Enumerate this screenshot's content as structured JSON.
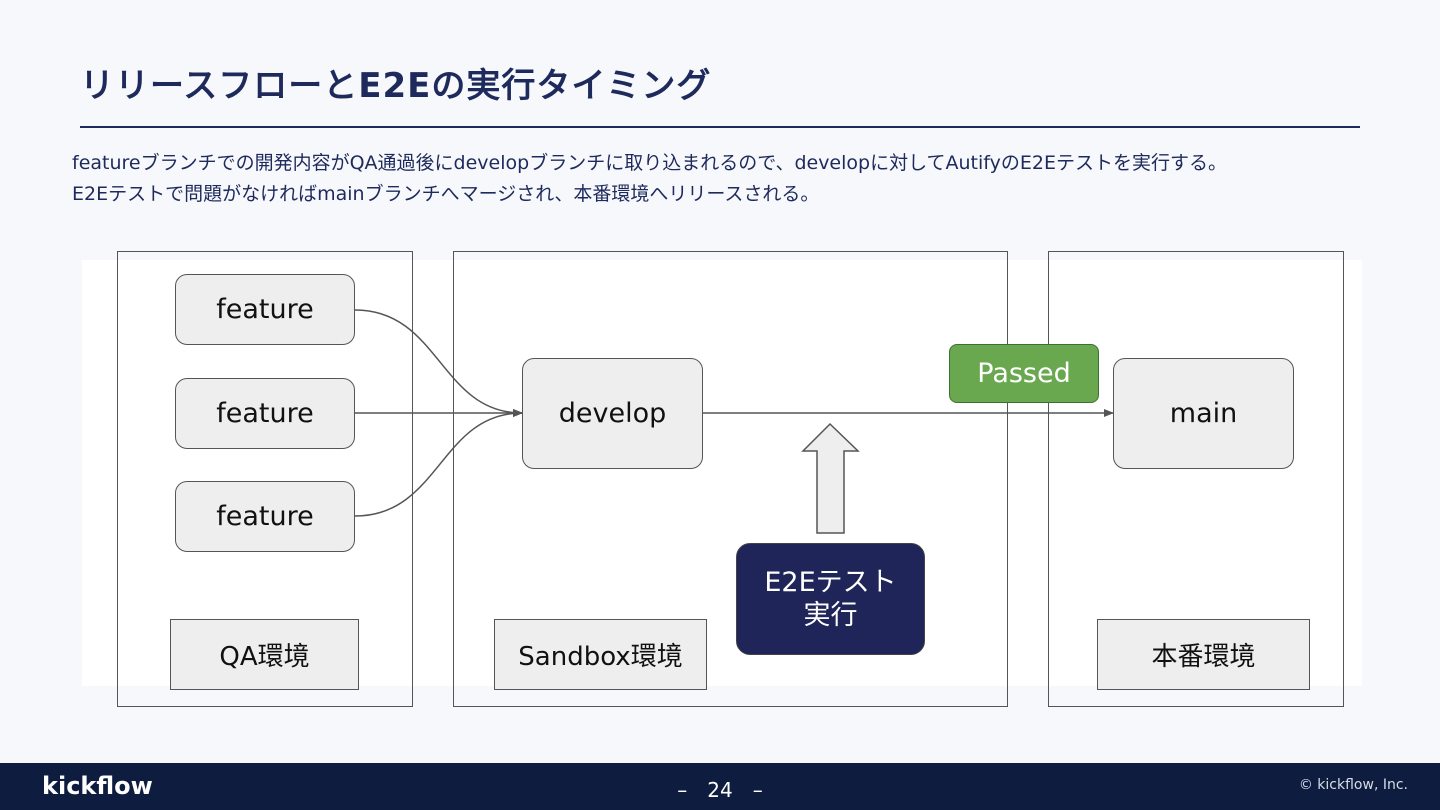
{
  "slide": {
    "title": "リリースフローとE2Eの実行タイミング",
    "description": [
      "featureブランチでの開発内容がQA通過後にdevelopブランチに取り込まれるので、developに対してAutifyのE2Eテストを実行する。",
      "E2Eテストで問題がなければmainブランチへマージされ、本番環境へリリースされる。"
    ]
  },
  "diagram": {
    "features": [
      "feature",
      "feature",
      "feature"
    ],
    "develop": "develop",
    "main": "main",
    "passed": "Passed",
    "e2e_lines": [
      "E2Eテスト",
      "実行"
    ],
    "environments": [
      "QA環境",
      "Sandbox環境",
      "本番環境"
    ],
    "colors": {
      "title": "#1f2a5c",
      "passed": "#6aa84f",
      "e2e": "#1f2459",
      "footer": "#0e1c40"
    }
  },
  "footer": {
    "logo": "kickflow",
    "page": "–　24　–",
    "copyright": "© kickflow, Inc."
  }
}
